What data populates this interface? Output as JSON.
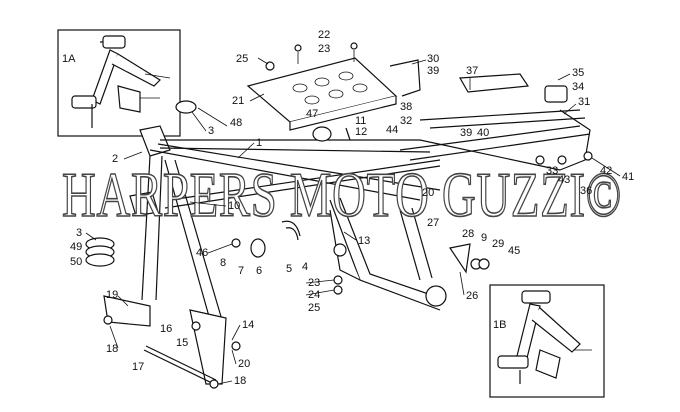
{
  "watermark": "HARPERS MOTO GUZZI©",
  "insets": [
    {
      "id": "1A"
    },
    {
      "id": "1B"
    }
  ],
  "labels": {
    "l22": "22",
    "l23a": "23",
    "l25a": "25",
    "l30": "30",
    "l39a": "39",
    "l37": "37",
    "l35": "35",
    "l34": "34",
    "l31": "31",
    "l21": "21",
    "l38": "38",
    "l32": "32",
    "l39b": "39",
    "l40": "40",
    "l47": "47",
    "l11": "11",
    "l12": "12",
    "l44": "44",
    "l48": "48",
    "l3a": "3",
    "l1": "1",
    "l2": "2",
    "l10": "10",
    "l20a": "20",
    "l33": "33",
    "l43": "43",
    "l36": "36",
    "l42": "42",
    "l41": "41",
    "l27": "27",
    "l3b": "3",
    "l49": "49",
    "l50": "50",
    "l46": "46",
    "l8": "8",
    "l7": "7",
    "l6": "6",
    "l5": "5",
    "l4": "4",
    "l13": "13",
    "l28": "28",
    "l9": "9",
    "l29": "29",
    "l45": "45",
    "l26": "26",
    "l23b": "23",
    "l24": "24",
    "l25b": "25",
    "l19": "19",
    "l18a": "18",
    "l16": "16",
    "l15": "15",
    "l14": "14",
    "l17": "17",
    "l20b": "20",
    "l18b": "18"
  }
}
